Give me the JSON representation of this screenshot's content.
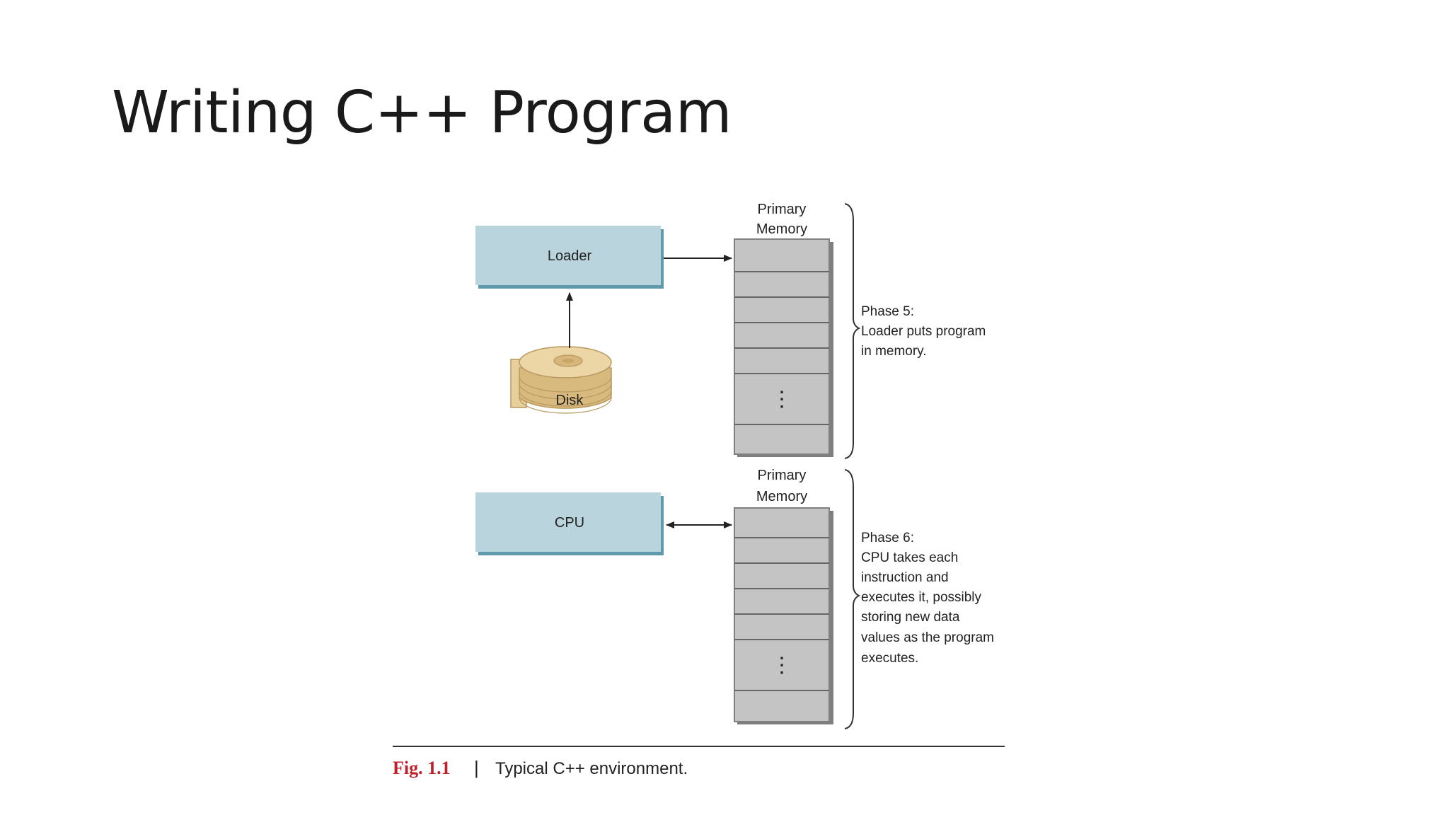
{
  "slide": {
    "title": "Writing C++ Program"
  },
  "figure": {
    "phase5": {
      "loader_label": "Loader",
      "disk_label": "Disk",
      "memory_label_line1": "Primary",
      "memory_label_line2": "Memory",
      "phase_heading": "Phase 5:",
      "phase_desc_lines": [
        "Loader puts program",
        "in memory."
      ]
    },
    "phase6": {
      "cpu_label": "CPU",
      "memory_label_line1": "Primary",
      "memory_label_line2": "Memory",
      "phase_heading": "Phase 6:",
      "phase_desc_lines": [
        "CPU takes each",
        "instruction and",
        "executes it, possibly",
        "storing new data",
        "values as the program",
        "executes."
      ]
    },
    "ellipsis": "⋮",
    "caption": {
      "fig_number": "Fig. 1.1",
      "separator": "|",
      "text": "Typical C++ environment."
    },
    "colors": {
      "box_fill": "#b9d4dd",
      "box_shadow": "#5e9aab",
      "memory_fill": "#c4c4c4",
      "memory_border": "#7a7a7a",
      "disk_fill": "#dcc08c",
      "caption_red": "#c0202a"
    }
  }
}
